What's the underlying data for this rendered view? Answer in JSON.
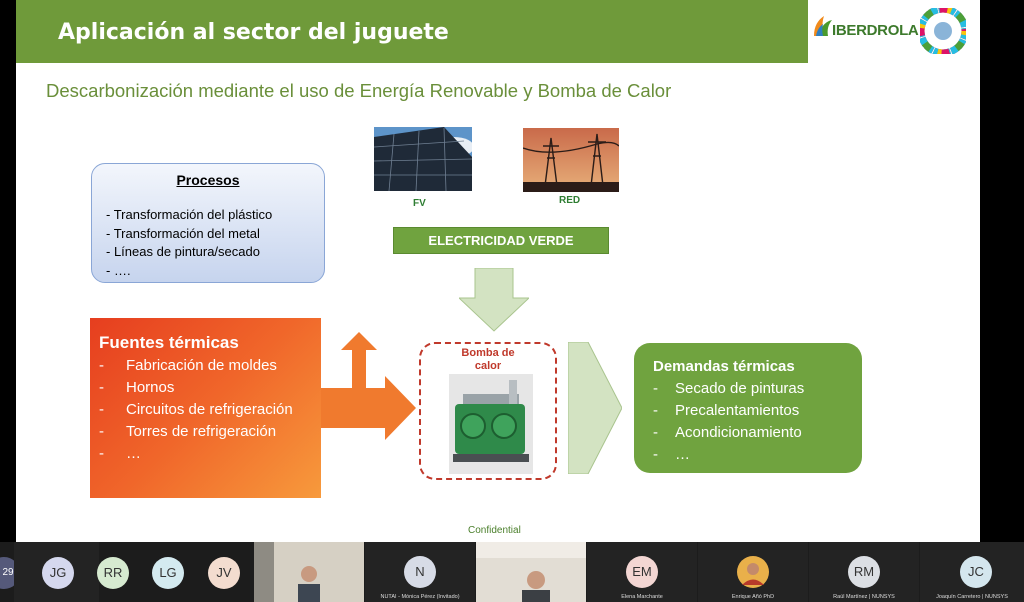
{
  "slide": {
    "title": "Aplicación al sector del juguete",
    "logo_text": "IBERDROLA",
    "subtitle": "Descarbonización mediante el uso de Energía Renovable y Bomba de Calor",
    "procesos": {
      "heading": "Procesos",
      "items": [
        "Transformación del plástico",
        "Transformación del metal",
        "Líneas de pintura/secado",
        "…."
      ]
    },
    "fv_label": "FV",
    "red_label": "RED",
    "electricidad": "ELECTRICIDAD VERDE",
    "fuentes": {
      "heading": "Fuentes térmicas",
      "items": [
        "Fabricación de moldes",
        "Hornos",
        "Circuitos de refrigeración",
        "Torres de refrigeración",
        "…"
      ]
    },
    "bomba": "Bomba de calor",
    "demandas": {
      "heading": "Demandas térmicas",
      "items": [
        "Secado de pinturas",
        "Precalentamientos",
        "Acondicionamiento",
        "…"
      ]
    },
    "confidential": "Confidential",
    "colors": {
      "green": "#70a33f",
      "orange": "#f0662a",
      "red": "#c0392b",
      "blue": "#c6d4ee"
    }
  },
  "participants": {
    "count_badge": "29",
    "tiles": [
      {
        "initials": "JG",
        "name": ""
      },
      {
        "initials": "RR",
        "name": ""
      },
      {
        "initials": "LG",
        "name": ""
      },
      {
        "initials": "JV",
        "name": ""
      },
      {
        "initials": "",
        "name": ""
      },
      {
        "initials": "N",
        "name": "NUTAI - Mónica Pérez (Invitado)"
      },
      {
        "initials": "",
        "name": ""
      },
      {
        "initials": "EM",
        "name": "Elena Marchante"
      },
      {
        "initials": "",
        "name": "Enrique Añó PhD"
      },
      {
        "initials": "RM",
        "name": "Raúl Martínez | NUNSYS"
      },
      {
        "initials": "JC",
        "name": "Joaquín Carretero | NUNSYS"
      }
    ]
  }
}
